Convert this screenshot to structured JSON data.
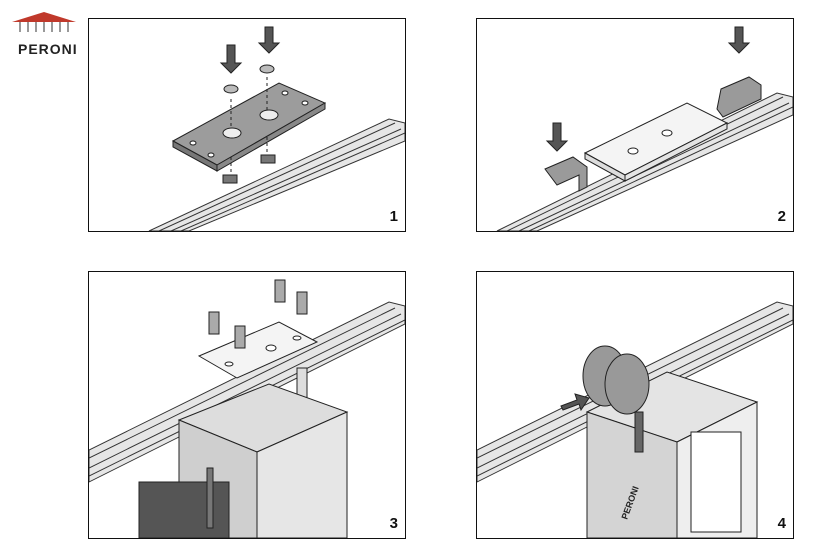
{
  "brand": {
    "name": "PERONI"
  },
  "panels": [
    {
      "step": "1"
    },
    {
      "step": "2"
    },
    {
      "step": "3"
    },
    {
      "step": "4"
    }
  ],
  "motor_label": "PERONI"
}
